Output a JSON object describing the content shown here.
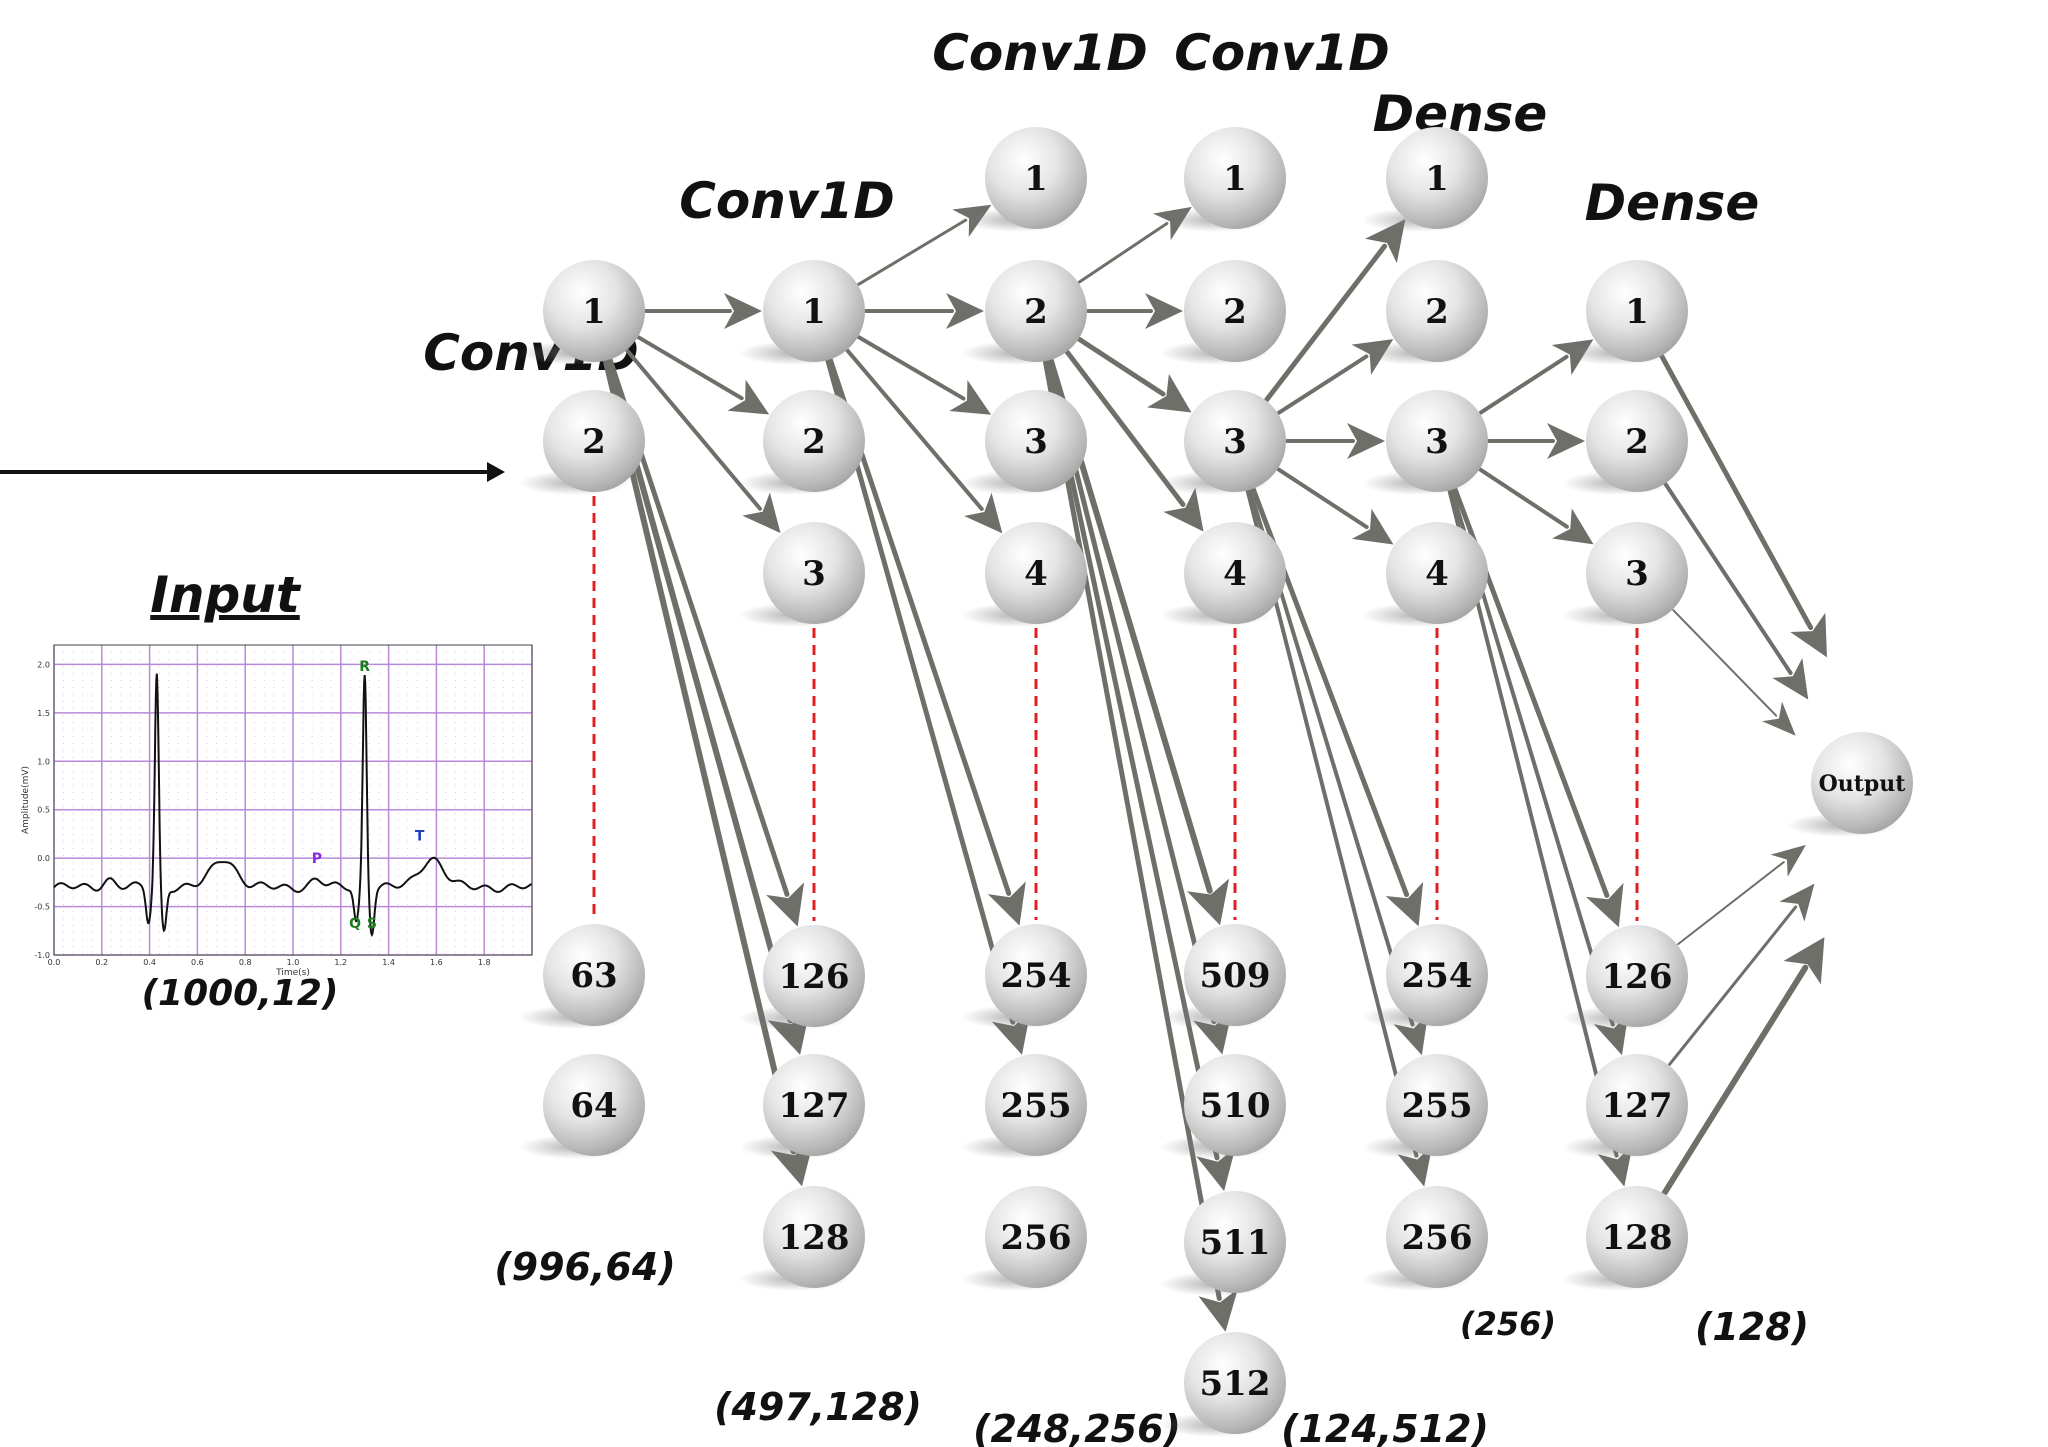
{
  "input": {
    "title": "Input",
    "shape": "(1000,12)",
    "ecg": {
      "x_ticks": [
        "0.0",
        "0.2",
        "0.4",
        "0.6",
        "0.8",
        "1.0",
        "1.2",
        "1.4",
        "1.6",
        "1.8"
      ],
      "y_ticks": [
        "2.0",
        "1.5",
        "1.0",
        "0.5",
        "0.0",
        "-0.5",
        "-1.0"
      ],
      "xlabel": "Time(s)",
      "ylabel": "Amplitude(mV)",
      "wave_labels": [
        {
          "text": "R",
          "color": "#1a7f1a"
        },
        {
          "text": "P",
          "color": "#8a2be2"
        },
        {
          "text": "T",
          "color": "#1f3fbf"
        },
        {
          "text": "Q",
          "color": "#1a7f1a"
        },
        {
          "text": "S",
          "color": "#1a7f1a"
        }
      ]
    }
  },
  "layers": [
    {
      "title": "Conv1D",
      "top_nodes": [
        "1",
        "2"
      ],
      "bottom_nodes": [
        "63",
        "64"
      ],
      "shape": "(996,64)"
    },
    {
      "title": "Conv1D",
      "top_nodes": [
        "1",
        "2",
        "3"
      ],
      "bottom_nodes": [
        "126",
        "127",
        "128"
      ],
      "shape": "(497,128)"
    },
    {
      "title": "Conv1D",
      "top_nodes": [
        "1",
        "2",
        "3",
        "4"
      ],
      "bottom_nodes": [
        "254",
        "255",
        "256"
      ],
      "shape": "(248,256)"
    },
    {
      "title": "Conv1D",
      "top_nodes": [
        "1",
        "2",
        "3",
        "4"
      ],
      "bottom_nodes": [
        "509",
        "510",
        "511",
        "512"
      ],
      "shape": "(124,512)"
    },
    {
      "title": "Dense",
      "top_nodes": [
        "1",
        "2",
        "3",
        "4"
      ],
      "bottom_nodes": [
        "254",
        "255",
        "256"
      ],
      "shape": "(256)"
    },
    {
      "title": "Dense",
      "top_nodes": [
        "1",
        "2",
        "3"
      ],
      "bottom_nodes": [
        "126",
        "127",
        "128"
      ],
      "shape": "(128)"
    }
  ],
  "output": {
    "label": "Output"
  },
  "colors": {
    "arrow": "#6f6f6a",
    "dashed_line": "#e02020",
    "grid": "#b98ad9",
    "signal": "#111111"
  }
}
